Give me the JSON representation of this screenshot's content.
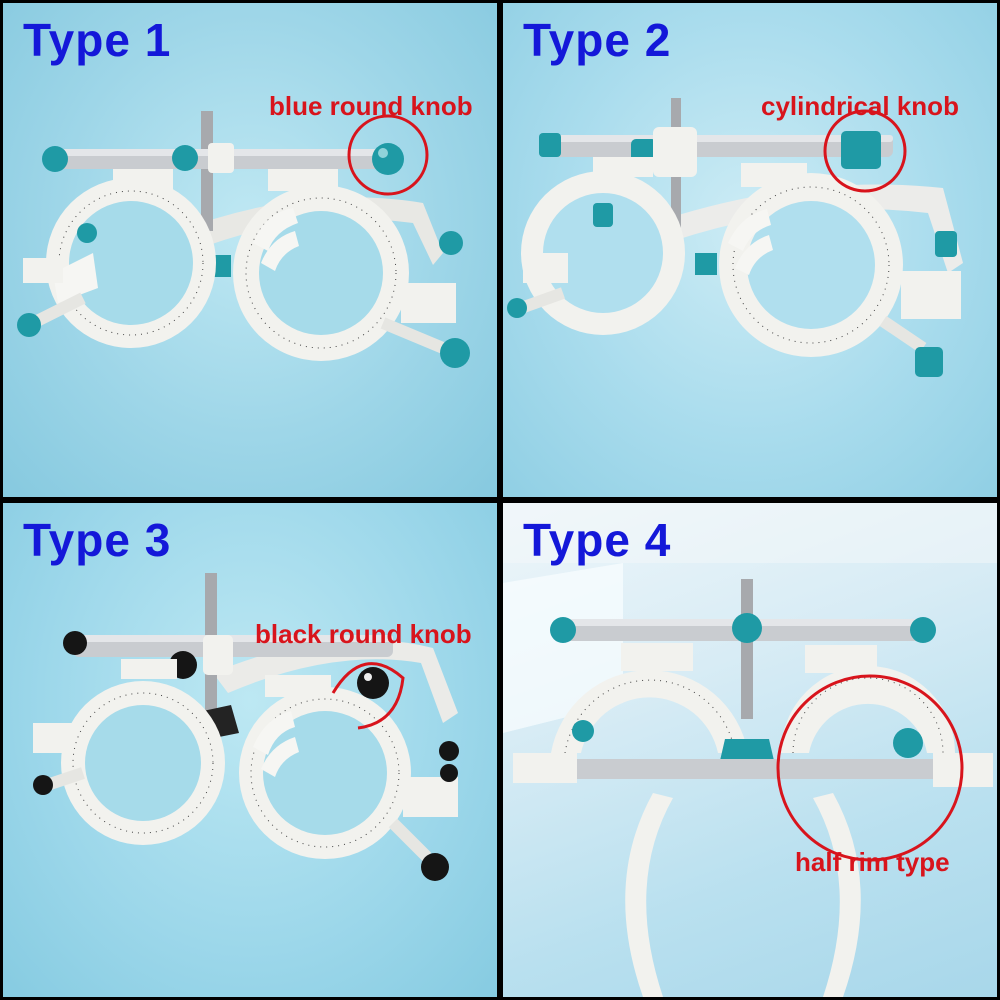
{
  "panels": [
    {
      "title": "Type 1",
      "callout": "blue round knob",
      "knob_color": "#1f9aa5"
    },
    {
      "title": "Type 2",
      "callout": "cylindrical knob",
      "knob_color": "#1f9aa5"
    },
    {
      "title": "Type 3",
      "callout": "black round knob",
      "knob_color": "#151515"
    },
    {
      "title": "Type 4",
      "callout": "half rim type",
      "knob_color": "#1f9aa5"
    }
  ],
  "colors": {
    "title": "#1418d9",
    "callout": "#d8141c",
    "frame": "#f2f2ee",
    "bar": "#c9ccd0"
  }
}
